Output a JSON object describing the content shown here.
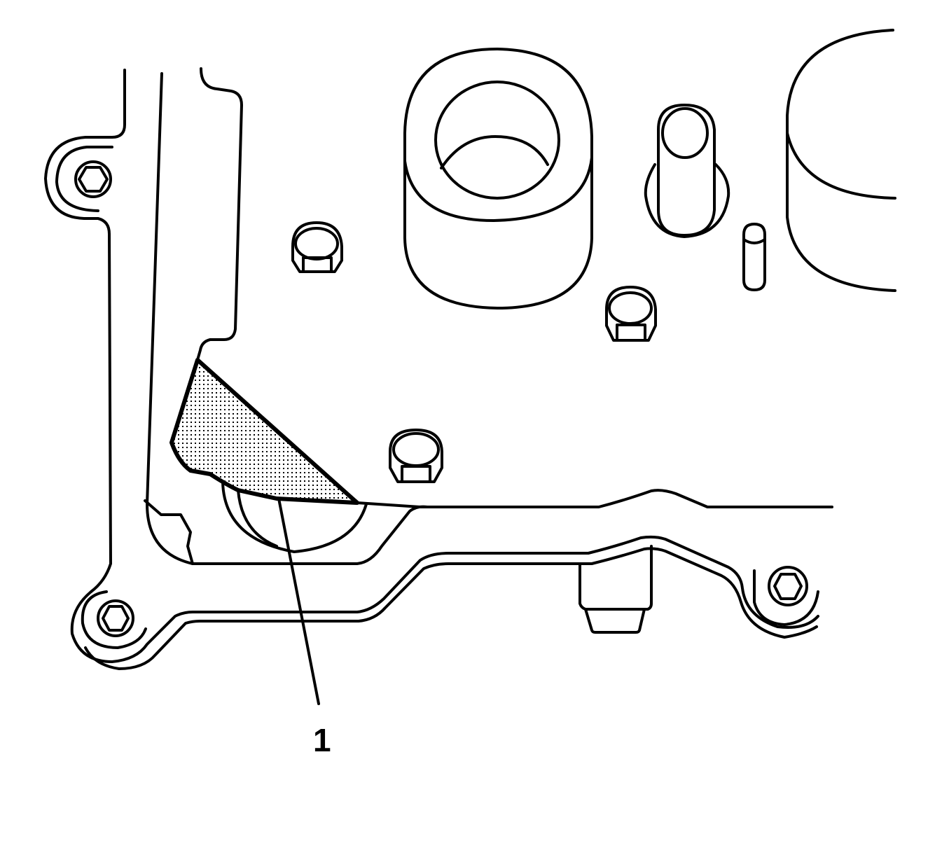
{
  "diagram": {
    "type": "technical-illustration",
    "subject": "housing cover with sealant application area",
    "colors": {
      "line": "#000000",
      "background": "#ffffff",
      "highlight_pattern": "dotted"
    },
    "callouts": [
      {
        "id": "1",
        "label": "1",
        "target": "shaded sealant area"
      }
    ]
  }
}
